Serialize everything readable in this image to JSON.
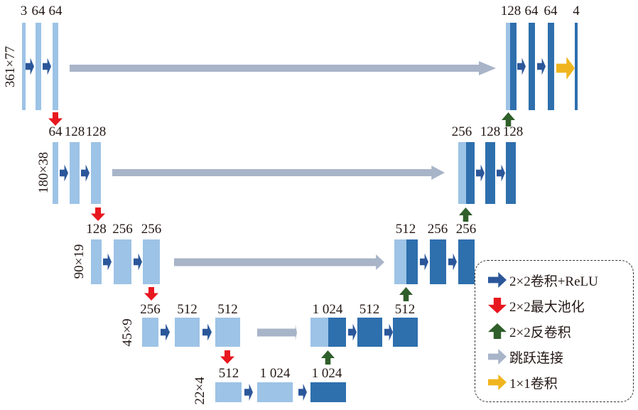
{
  "levels": [
    {
      "size": "361×77",
      "enc": [
        "3",
        "64",
        "64"
      ],
      "dec": [
        "128",
        "64",
        "64",
        "4"
      ]
    },
    {
      "size": "180×38",
      "enc": [
        "64",
        "128",
        "128"
      ],
      "dec": [
        "256",
        "128",
        "128"
      ]
    },
    {
      "size": "90×19",
      "enc": [
        "128",
        "256",
        "256"
      ],
      "dec": [
        "512",
        "256",
        "256"
      ]
    },
    {
      "size": "45×9",
      "enc": [
        "256",
        "512",
        "512"
      ],
      "dec": [
        "1 024",
        "512",
        "512"
      ]
    },
    {
      "size": "22×4",
      "enc": [
        "512",
        "1 024",
        "1 024"
      ]
    }
  ],
  "legend": [
    {
      "label": "2×2卷积+ReLU",
      "icon": "conv-arrow-icon",
      "color": "#2b579a"
    },
    {
      "label": "2×2最大池化",
      "icon": "maxpool-arrow-icon",
      "color": "#e8171f"
    },
    {
      "label": "2×2反卷积",
      "icon": "deconv-arrow-icon",
      "color": "#2f5f2a"
    },
    {
      "label": "跳跃连接",
      "icon": "skip-arrow-icon",
      "color": "#a8b4c8"
    },
    {
      "label": "1×1卷积",
      "icon": "1x1-conv-arrow-icon",
      "color": "#f0b51e"
    }
  ]
}
